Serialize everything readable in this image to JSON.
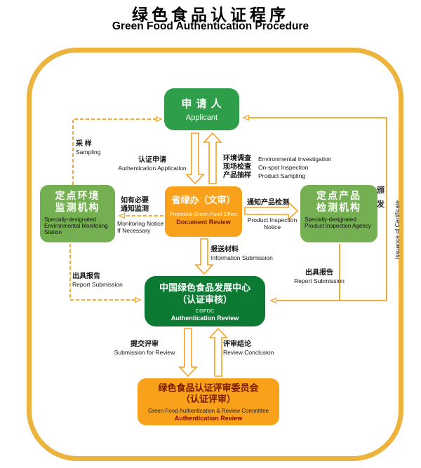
{
  "title": {
    "zh": "绿色食品认证程序",
    "en": "Green Food Authentication Procedure"
  },
  "nodes": {
    "applicant": {
      "zh": "申 请 人",
      "en": "Applicant"
    },
    "env_station": {
      "zh_line1": "定点环境",
      "zh_line2": "监测机构",
      "en": "Specially-designated Environmental Monitoring Station"
    },
    "provincial_office": {
      "zh": "省绿办（文审）",
      "en_name": "Provincial Green Food Office",
      "en_role": "Document Review"
    },
    "product_agency": {
      "zh_line1": "定点产品",
      "zh_line2": "检测机构",
      "en": "Specially-designated Product Inspection Agency"
    },
    "cgfdc": {
      "zh_line1": "中国绿色食品发展中心",
      "zh_line2": "（认证审核）",
      "en_name": "CGFDC",
      "en_role": "Authentication Review"
    },
    "committee": {
      "zh_line1": "绿色食品认证评审委员会",
      "zh_line2": "（认证评审）",
      "en_name": "Green Food Authentication & Review Committee",
      "en_role": "Authentication Review"
    }
  },
  "edges": {
    "sampling": {
      "zh": "采 样",
      "en": "Sampling"
    },
    "auth_application": {
      "zh": "认证申请",
      "en": "Authentication Application"
    },
    "investigation_rows": [
      {
        "zh": "环境调查",
        "en": "Environmental Investigation"
      },
      {
        "zh": "现场检查",
        "en": "On-spot Inspection"
      },
      {
        "zh": "产品抽样",
        "en": "Product Sampling"
      }
    ],
    "monitoring_notice": {
      "zh_line1": "如有必要",
      "zh_line2": "通知监测",
      "en_line1": "Monitoring Notice",
      "en_line2": "If Necessary"
    },
    "product_notice": {
      "zh": "通知产品检测",
      "en_line1": "Product Inspection",
      "en_line2": "Notice"
    },
    "info_submission": {
      "zh": "报送材料",
      "en": "Information Submission"
    },
    "report_left": {
      "zh": "出具报告",
      "en": "Report Submission"
    },
    "report_right": {
      "zh": "出具报告",
      "en": "Report Submission"
    },
    "submission_review": {
      "zh": "提交评审",
      "en": "Submission for Review"
    },
    "review_conclusion": {
      "zh": "评审结论",
      "en": "Review Conclusion"
    },
    "issuance": {
      "zh_line1": "颁",
      "zh_line2": "发",
      "en": "Issuance of Certificate"
    }
  },
  "colors": {
    "frame_border": "#ECB43E",
    "orange_box": "#F9A11B",
    "green_medium": "#2F9E4B",
    "green_light": "#74B052",
    "green_dark": "#0C7A33",
    "maroon_text": "#7A1A00",
    "arrow": "#F5A01E"
  }
}
